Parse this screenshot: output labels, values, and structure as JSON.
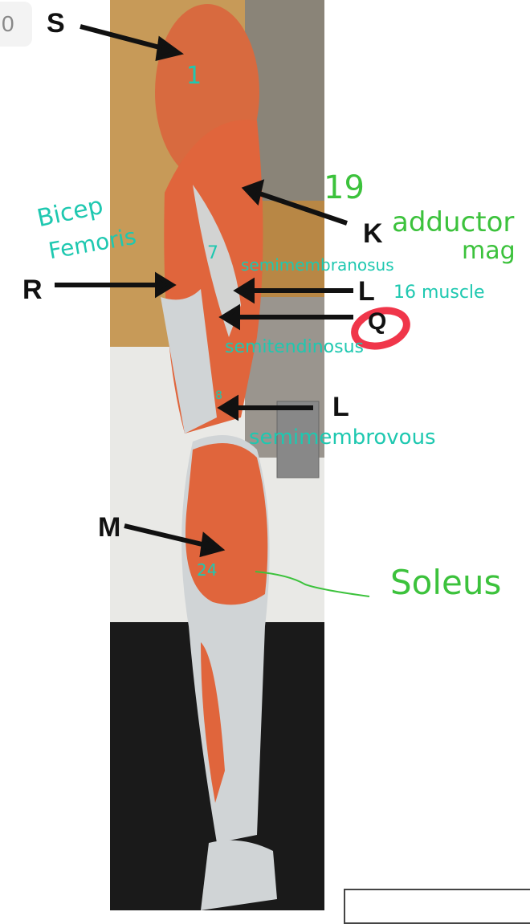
{
  "page_badge": "0",
  "letters": {
    "s": "S",
    "k": "K",
    "r": "R",
    "l1": "L",
    "q": "Q",
    "l2": "L",
    "m": "M"
  },
  "handwriting": {
    "bicep": "Bicep",
    "femoris": "Femoris",
    "num_19": "19",
    "adductor": "adductor",
    "mag": "mag",
    "semimembranosus": "semimembranosus",
    "num_16_muscle": "16 muscle",
    "semitendinosus": "semitendinosus",
    "semimembrovous": "semimembrovous",
    "soleus": "Soleus",
    "num_1": "1",
    "num_7": "7",
    "num_24": "24",
    "num_8": "8"
  },
  "colors": {
    "muscle": "#e0643c",
    "tendon": "#cfd3d6",
    "teal_ink": "#1ec8b0",
    "green_ink": "#3cc23c",
    "red_circle": "#f0364a"
  }
}
